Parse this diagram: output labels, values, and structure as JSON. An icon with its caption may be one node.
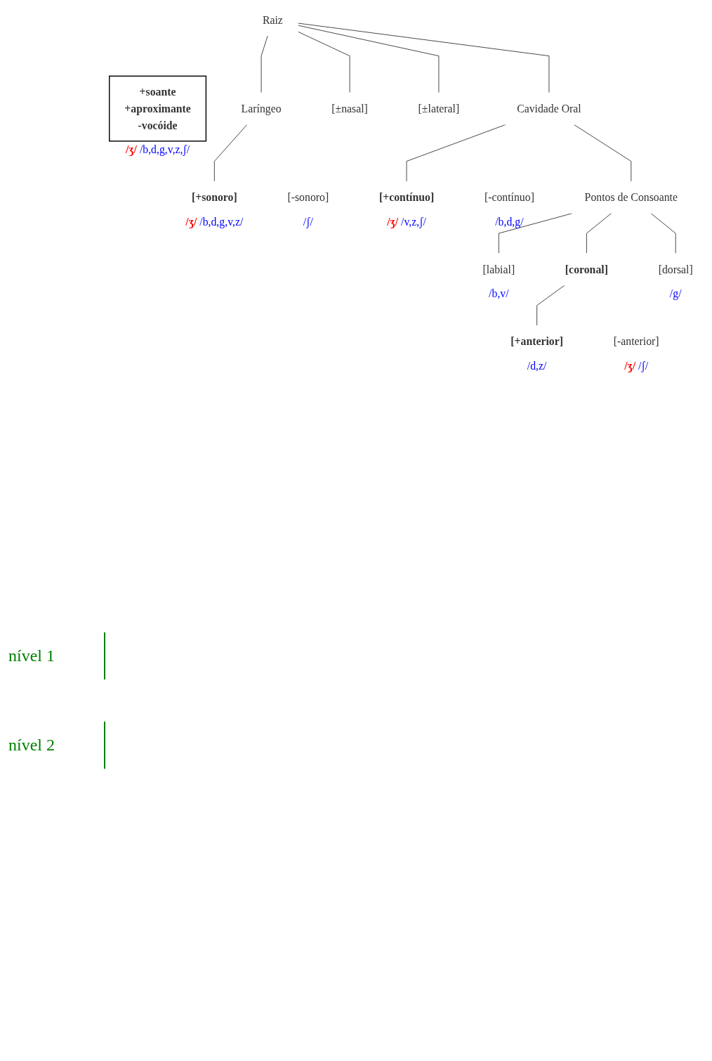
{
  "diagram": {
    "nodes": [
      {
        "text": [
          "Raiz"
        ]
      },
      {
        "text": [
          "+soante",
          "+aproximante",
          "-vocóide"
        ],
        "beside": [
          "/ʒ/",
          "/b,d,g,v,z,ʃ/"
        ]
      },
      {
        "text": [
          "Laríngeo"
        ]
      },
      {
        "text": [
          "[±nasal]"
        ]
      },
      {
        "text": [
          "[±lateral]"
        ]
      },
      {
        "text": [
          "Cavidade Oral"
        ]
      },
      {
        "text": [
          "[+sonoro]"
        ],
        "beside": [
          "/ʒ/",
          "/b,d,g,v,z/"
        ]
      },
      {
        "text": [
          "[-sonoro]"
        ],
        "beside": [
          "/ʃ/"
        ]
      },
      {
        "text": [
          "[+contínuo]"
        ],
        "beside": [
          "/ʒ/",
          "/v,z,ʃ/"
        ]
      },
      {
        "text": [
          "[-contínuo]"
        ],
        "beside": [
          "/b,d,g/"
        ]
      },
      {
        "text": [
          "Pontos de Consoante"
        ]
      },
      {
        "text": [
          "[labial]"
        ],
        "beside": [
          "/b,v/"
        ]
      },
      {
        "text": [
          "[coronal]"
        ]
      },
      {
        "text": [
          "[dorsal]"
        ],
        "beside": [
          "/g/"
        ]
      },
      {
        "text": [
          "[+anterior]"
        ],
        "beside": [
          "/d,z/"
        ]
      },
      {
        "text": [
          "[-anterior]"
        ],
        "beside": [
          "/ʒ/",
          "/ʃ/"
        ]
      }
    ],
    "edges": [
      {
        "from": 0,
        "to": 2,
        "arrow": "none"
      },
      {
        "from": 0,
        "to": 3,
        "arrow": "none"
      },
      {
        "from": 0,
        "to": 4,
        "arrow": "none"
      },
      {
        "from": 0,
        "to": 5,
        "arrow": "none"
      },
      {
        "from": 2,
        "to": 6,
        "arrow": "none"
      },
      {
        "from": 5,
        "to": 8,
        "arrow": "none"
      },
      {
        "from": 5,
        "to": 10,
        "arrow": "none"
      },
      {
        "from": 10,
        "to": 11,
        "arrow": "none"
      },
      {
        "from": 10,
        "to": 12,
        "arrow": "none"
      },
      {
        "from": 10,
        "to": 13,
        "arrow": "none"
      },
      {
        "from": 12,
        "to": 14,
        "arrow": "none"
      }
    ],
    "labels": [
      "nível 1",
      "nível 2"
    ]
  }
}
